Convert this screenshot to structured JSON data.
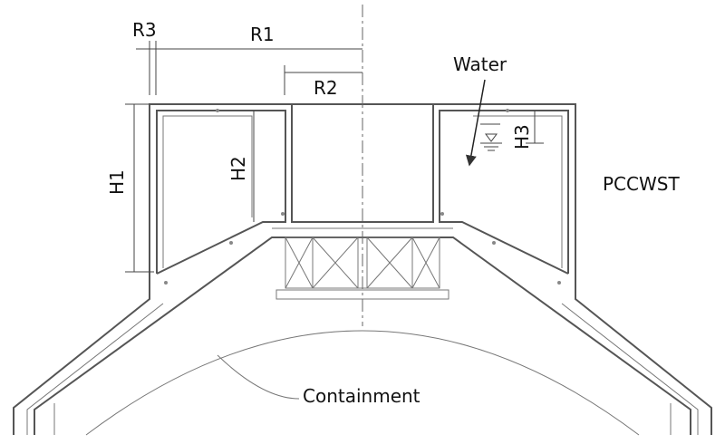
{
  "labels": {
    "r1": "R1",
    "r2": "R2",
    "r3": "R3",
    "h1": "H1",
    "h2": "H2",
    "h3": "H3",
    "water": "Water",
    "pccwst": "PCCWST",
    "containment": "Containment"
  },
  "colors": {
    "structure": "#555555",
    "text": "#111111"
  }
}
